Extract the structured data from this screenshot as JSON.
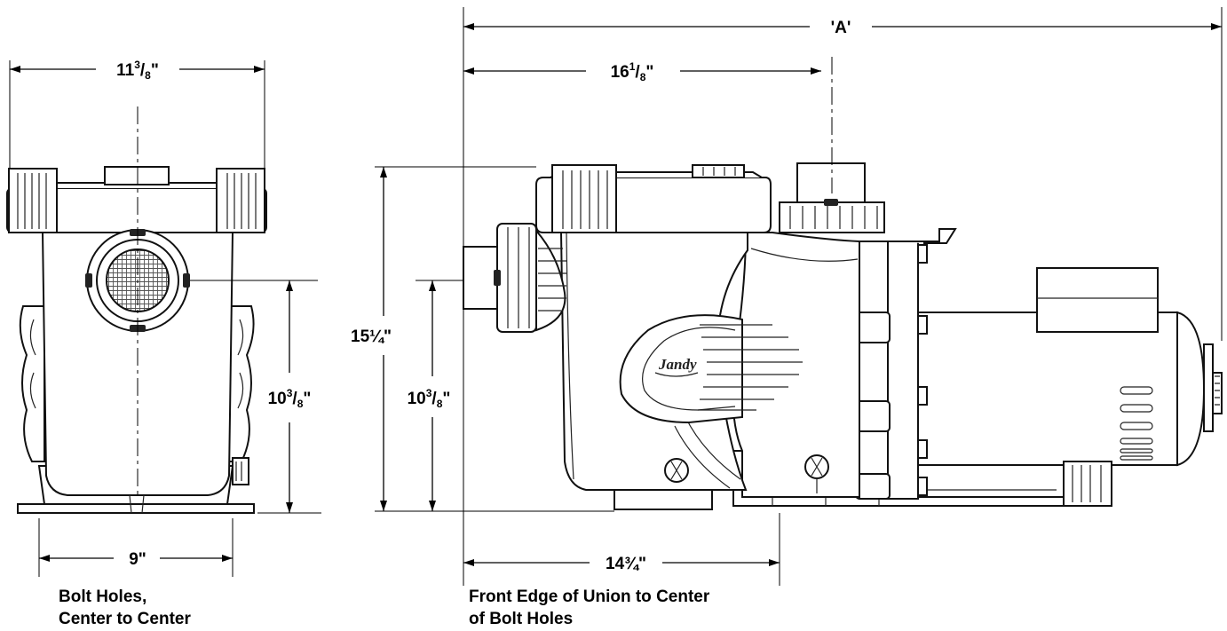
{
  "front_view": {
    "width_top": "11",
    "width_top_num": "3",
    "width_top_den": "8",
    "width_top_unit": "\"",
    "inlet_height": "10",
    "inlet_height_num": "3",
    "inlet_height_den": "8",
    "inlet_height_unit": "\"",
    "bolt_spacing": "9\"",
    "caption_line1": "Bolt Holes,",
    "caption_line2": "Center to Center"
  },
  "side_view": {
    "overall_length": "'A'",
    "union_to_outlet": "16",
    "union_to_outlet_num": "1",
    "union_to_outlet_den": "8",
    "union_to_outlet_unit": "\"",
    "overall_height": "15¼\"",
    "inlet_height": "10",
    "inlet_height_num": "3",
    "inlet_height_den": "8",
    "inlet_height_unit": "\"",
    "union_to_bolts": "14¾\"",
    "brand_logo": "Jandy",
    "caption_line1": "Front Edge of Union to Center",
    "caption_line2": "of Bolt Holes"
  }
}
